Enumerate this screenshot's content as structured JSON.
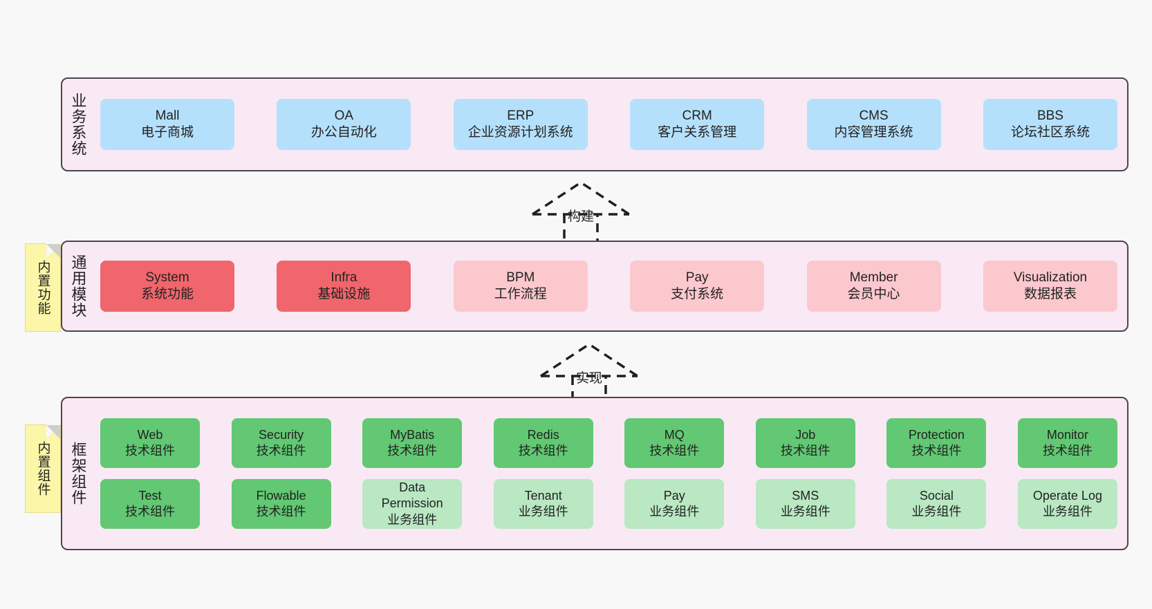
{
  "diagram": {
    "background": "#f8f8f8",
    "container_fill": "#f9e9f4",
    "container_border": "#4d4351",
    "note_fill": "#fbf6a8"
  },
  "layers": [
    {
      "id": "layer1",
      "title": "业务系统",
      "note": null,
      "rows": [
        {
          "nodes": [
            {
              "en": "Mall",
              "cn": "电子商城",
              "color": "#b5e0fb",
              "style": "blue"
            },
            {
              "en": "OA",
              "cn": "办公自动化",
              "color": "#b5e0fb",
              "style": "blue"
            },
            {
              "en": "ERP",
              "cn": "企业资源计划系统",
              "color": "#b5e0fb",
              "style": "blue"
            },
            {
              "en": "CRM",
              "cn": "客户关系管理",
              "color": "#b5e0fb",
              "style": "blue"
            },
            {
              "en": "CMS",
              "cn": "内容管理系统",
              "color": "#b5e0fb",
              "style": "blue"
            },
            {
              "en": "BBS",
              "cn": "论坛社区系统",
              "color": "#b5e0fb",
              "style": "blue"
            }
          ]
        }
      ]
    },
    {
      "id": "layer2",
      "title": "通用模块",
      "note": "内置功能",
      "rows": [
        {
          "nodes": [
            {
              "en": "System",
              "cn": "系统功能",
              "color": "#f0666c",
              "style": "red"
            },
            {
              "en": "Infra",
              "cn": "基础设施",
              "color": "#f0666c",
              "style": "red"
            },
            {
              "en": "BPM",
              "cn": "工作流程",
              "color": "#fbc8ce",
              "style": "pink"
            },
            {
              "en": "Pay",
              "cn": "支付系统",
              "color": "#fbc8ce",
              "style": "pink"
            },
            {
              "en": "Member",
              "cn": "会员中心",
              "color": "#fbc8ce",
              "style": "pink"
            },
            {
              "en": "Visualization",
              "cn": "数据报表",
              "color": "#fbc8ce",
              "style": "pink"
            }
          ]
        }
      ]
    },
    {
      "id": "layer3",
      "title": "框架组件",
      "note": "内置组件",
      "rows": [
        {
          "nodes": [
            {
              "en": "Web",
              "cn": "技术组件",
              "color": "#62c873",
              "style": "green"
            },
            {
              "en": "Security",
              "cn": "技术组件",
              "color": "#62c873",
              "style": "green"
            },
            {
              "en": "MyBatis",
              "cn": "技术组件",
              "color": "#62c873",
              "style": "green"
            },
            {
              "en": "Redis",
              "cn": "技术组件",
              "color": "#62c873",
              "style": "green"
            },
            {
              "en": "MQ",
              "cn": "技术组件",
              "color": "#62c873",
              "style": "green"
            },
            {
              "en": "Job",
              "cn": "技术组件",
              "color": "#62c873",
              "style": "green"
            },
            {
              "en": "Protection",
              "cn": "技术组件",
              "color": "#62c873",
              "style": "green"
            },
            {
              "en": "Monitor",
              "cn": "技术组件",
              "color": "#62c873",
              "style": "green"
            }
          ]
        },
        {
          "nodes": [
            {
              "en": "Test",
              "cn": "技术组件",
              "color": "#62c873",
              "style": "green"
            },
            {
              "en": "Flowable",
              "cn": "技术组件",
              "color": "#62c873",
              "style": "green"
            },
            {
              "en": "Data Permission",
              "cn": "业务组件",
              "color": "#b9e8c3",
              "style": "lgreen"
            },
            {
              "en": "Tenant",
              "cn": "业务组件",
              "color": "#b9e8c3",
              "style": "lgreen"
            },
            {
              "en": "Pay",
              "cn": "业务组件",
              "color": "#b9e8c3",
              "style": "lgreen"
            },
            {
              "en": "SMS",
              "cn": "业务组件",
              "color": "#b9e8c3",
              "style": "lgreen"
            },
            {
              "en": "Social",
              "cn": "业务组件",
              "color": "#b9e8c3",
              "style": "lgreen"
            },
            {
              "en": "Operate Log",
              "cn": "业务组件",
              "color": "#b9e8c3",
              "style": "lgreen"
            }
          ]
        }
      ]
    }
  ],
  "connectors": [
    {
      "id": "arrow1",
      "label": "构建",
      "style": "dashed-generalization-up"
    },
    {
      "id": "arrow2",
      "label": "实现",
      "style": "dashed-generalization-up"
    }
  ]
}
